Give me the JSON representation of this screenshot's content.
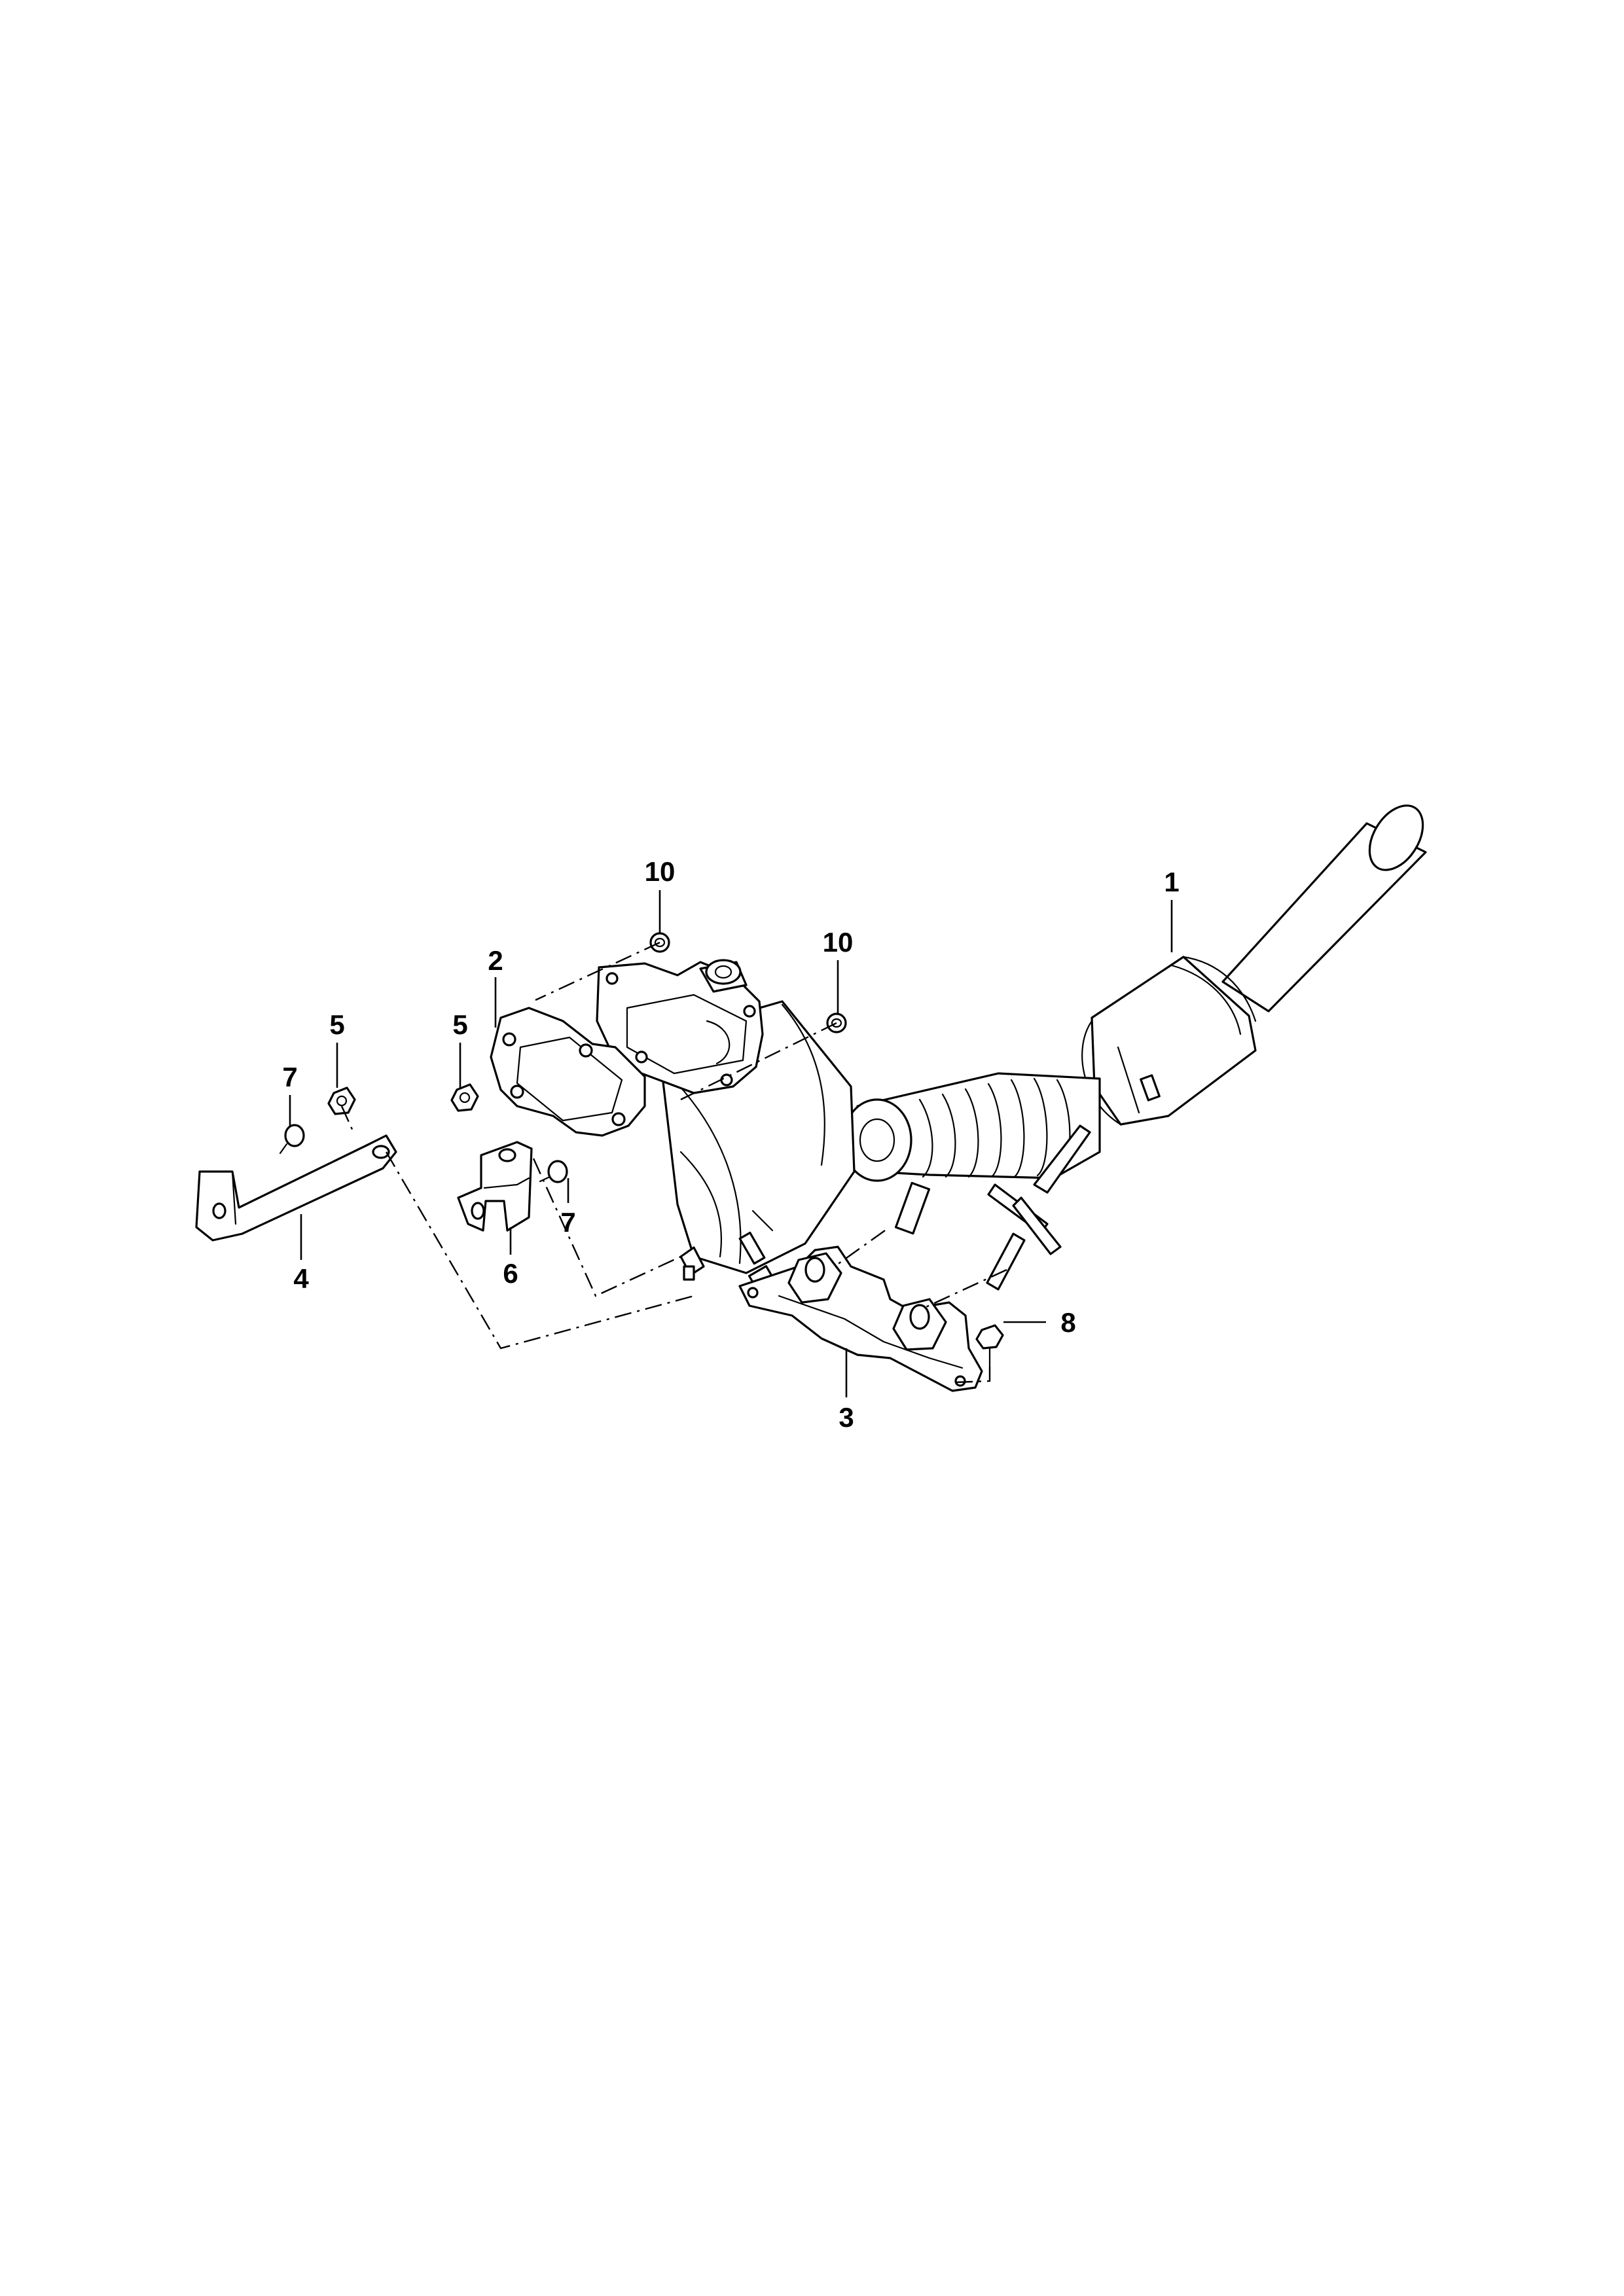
{
  "callouts": {
    "c1": "1",
    "c2": "2",
    "c3": "3",
    "c4": "4",
    "c5a": "5",
    "c5b": "5",
    "c6": "6",
    "c7a": "7",
    "c7b": "7",
    "c8": "8",
    "c10a": "10",
    "c10b": "10"
  }
}
